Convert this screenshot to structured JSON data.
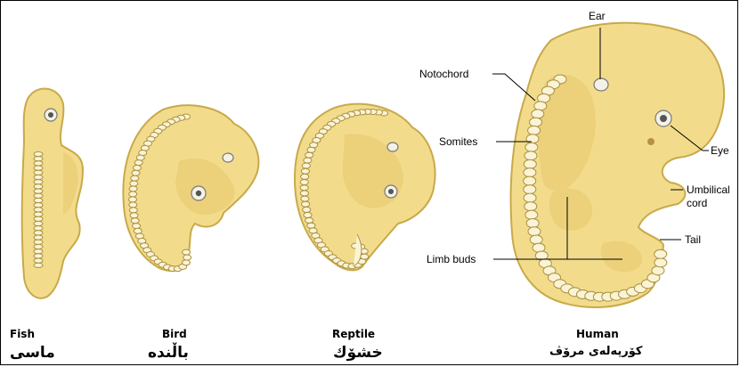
{
  "figure": {
    "labels": {
      "ear": "Ear",
      "notochord": "Notochord",
      "somites": "Somites",
      "eye": "Eye",
      "umbilical_line1": "Umbilical",
      "umbilical_line2": "cord",
      "tail": "Tail",
      "limb_buds": "Limb buds"
    },
    "embryos": [
      {
        "name": "Fish",
        "kurdish": "ماسی"
      },
      {
        "name": "Bird",
        "kurdish": "باڵندە"
      },
      {
        "name": "Reptile",
        "kurdish": "خشۆك"
      },
      {
        "name": "Human",
        "kurdish": "کۆرپەلەی مرۆڤ"
      }
    ]
  }
}
